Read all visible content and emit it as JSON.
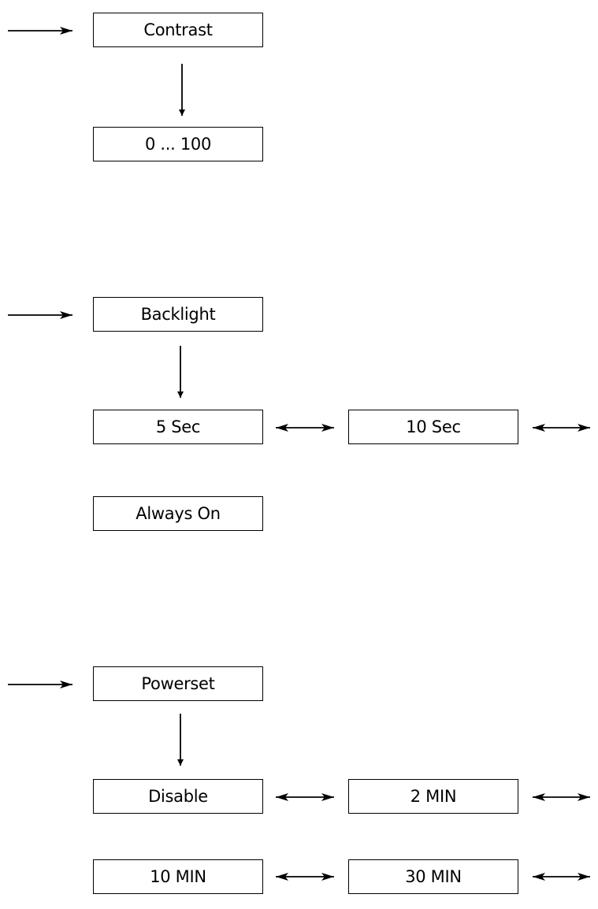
{
  "contrast": {
    "title": "Contrast",
    "range": "0 ... 100"
  },
  "backlight": {
    "title": "Backlight",
    "options": [
      "5 Sec",
      "10 Sec",
      "Always On"
    ]
  },
  "powerset": {
    "title": "Powerset",
    "options": [
      "Disable",
      "2 MIN",
      "10 MIN",
      "30 MIN"
    ]
  },
  "colors": {
    "line": "#000000",
    "background": "#ffffff"
  }
}
